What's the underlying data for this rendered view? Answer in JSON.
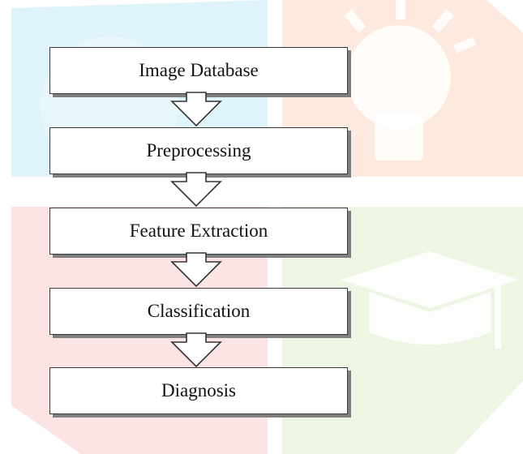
{
  "flowchart": {
    "steps": [
      "Image Database",
      "Preprocessing",
      "Feature Extraction",
      "Classification",
      "Diagnosis"
    ]
  },
  "colors": {
    "box_border": "#3a3a3a",
    "box_shadow": "#7f7f7f",
    "arrow_fill": "#ffffff",
    "arrow_stroke": "#333333",
    "watermark_blue": "#d9f1f9",
    "watermark_orange": "#fde6d9",
    "watermark_red": "#fbe1e1",
    "watermark_green": "#e8f3dc"
  },
  "watermark": {
    "icons": [
      "lightbulb-icon",
      "graduation-cap-icon"
    ]
  }
}
